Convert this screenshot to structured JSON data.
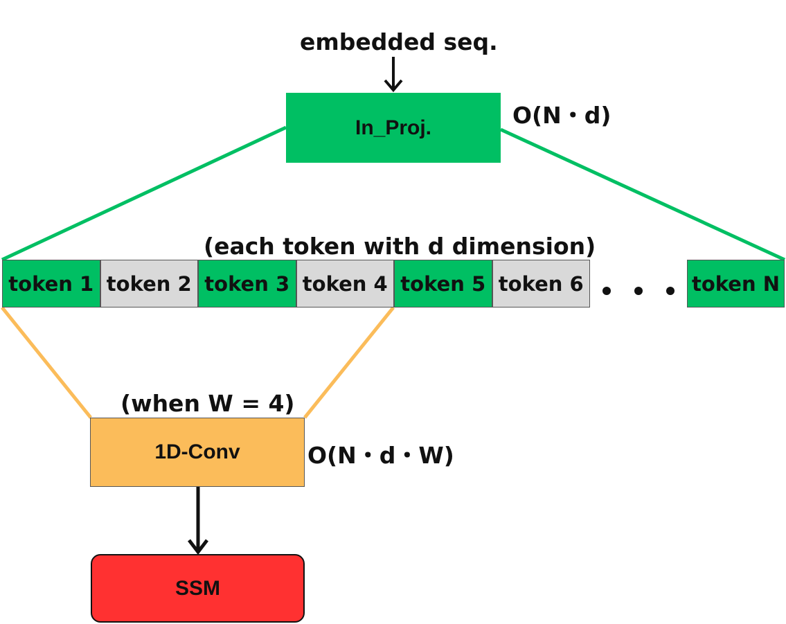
{
  "input_label": "embedded seq.",
  "in_proj": {
    "label": "In_Proj.",
    "complexity": "O(N・d)",
    "color": "#00bf63"
  },
  "token_note": "(each token with d dimension)",
  "tokens": [
    {
      "label": "token 1",
      "color": "#00bf63"
    },
    {
      "label": "token 2",
      "color": "#d9d9d9"
    },
    {
      "label": "token 3",
      "color": "#00bf63"
    },
    {
      "label": "token 4",
      "color": "#d9d9d9"
    },
    {
      "label": "token 5",
      "color": "#00bf63"
    },
    {
      "label": "token 6",
      "color": "#d9d9d9"
    }
  ],
  "last_token": {
    "label": "token N",
    "color": "#00bf63"
  },
  "window_note": "(when W = 4)",
  "conv": {
    "label": "1D-Conv",
    "complexity": "O(N・d・W)",
    "color": "#fbbc5a"
  },
  "ssm": {
    "label": "SSM",
    "color": "#ff3131"
  },
  "colors": {
    "proj_lines": "#00bf63",
    "conv_lines": "#fbbc5a",
    "arrow": "#111111"
  }
}
